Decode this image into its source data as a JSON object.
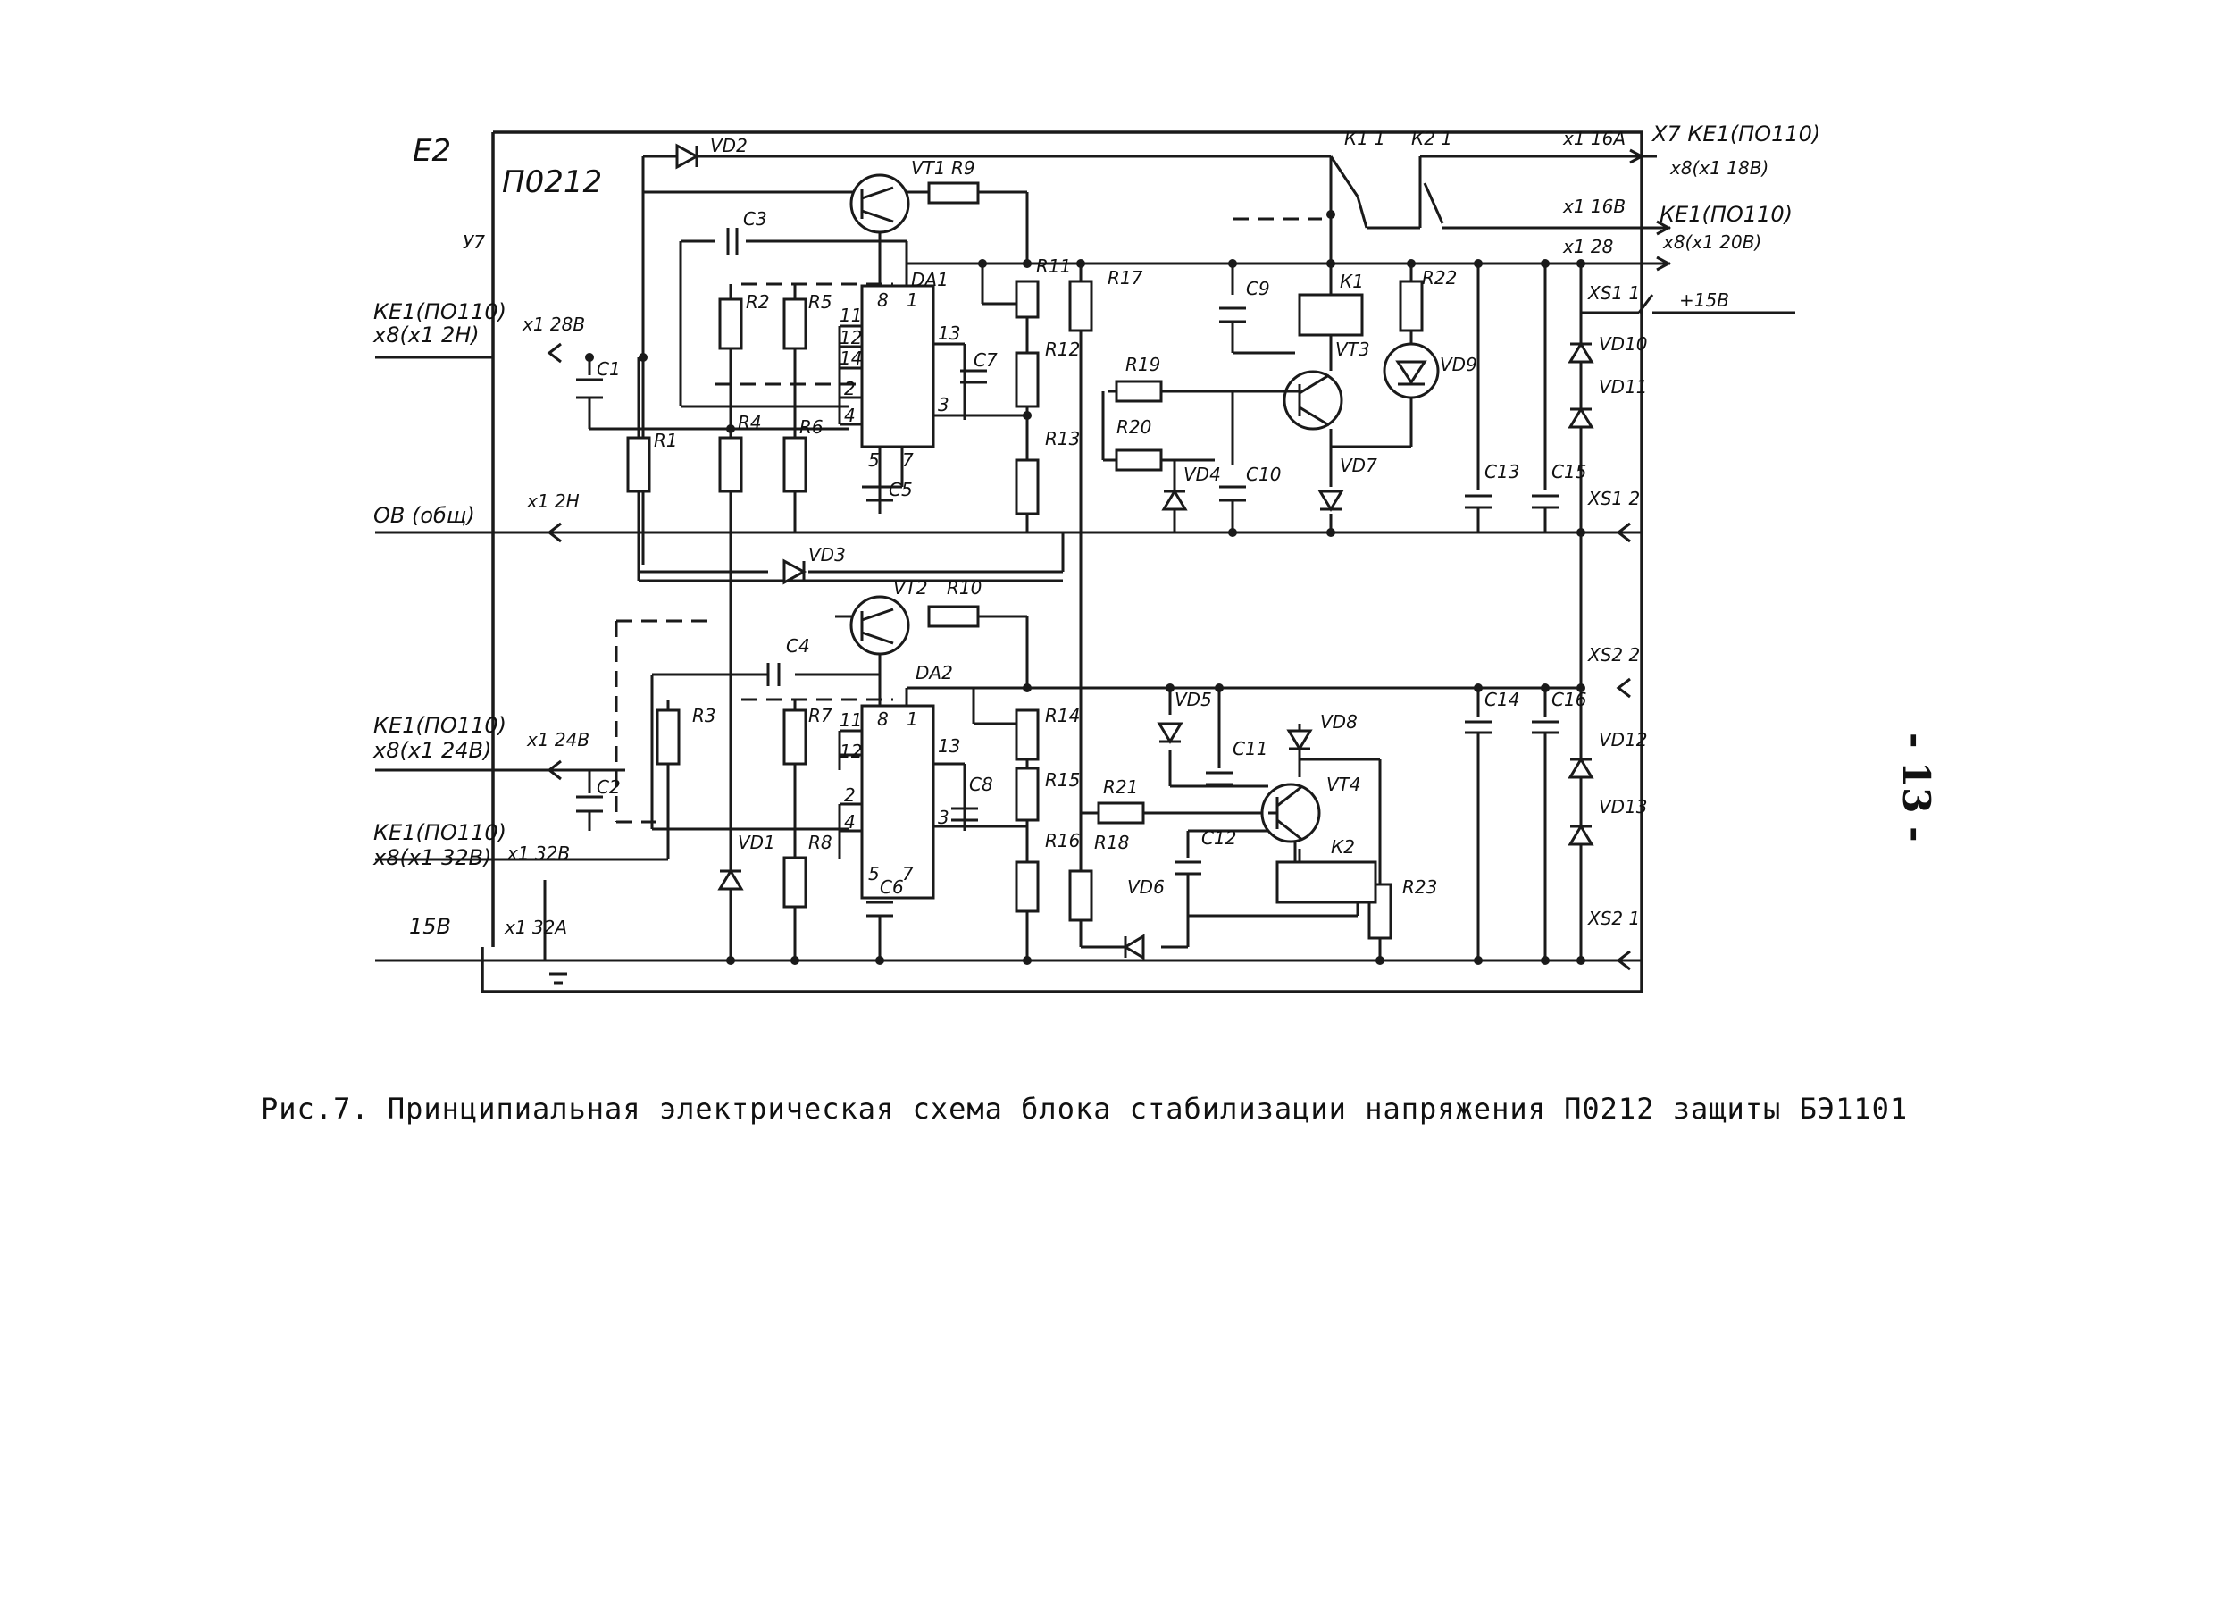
{
  "document": {
    "page_number": "- 13 -",
    "caption": "Рис.7. Принципиальная электрическая схема блока стабилизации напряжения П0212 защиты БЭ1101"
  },
  "schematic": {
    "block_designator": "Е2",
    "block_name": "П0212",
    "plug_label": "У7",
    "ports": {
      "in_top": {
        "line1": "КЕ1(ПО110)",
        "line2": "х8(х1 2Н)"
      },
      "x1_28v": "х1 28В",
      "ov": "ОВ (общ)",
      "x1_2n": "х1 2Н",
      "in_mid": {
        "line1": "КЕ1(ПО110)",
        "line2": "х8(х1 24В)"
      },
      "x1_24v": "х1 24В",
      "in_low": {
        "line1": "КЕ1(ПО110)",
        "line2": "х8(х1 32В)"
      },
      "x1_32v": "х1 32В",
      "v15": "15В",
      "x1_32a": "х1 32А",
      "out1": {
        "left": "х1 16А",
        "right1": "Х7 КЕ1(ПО110)",
        "right2": "х8(х1 18В)"
      },
      "out2": {
        "left": "х1 16В",
        "right1": "КЕ1(ПО110)",
        "right2": "х8(х1 20В)"
      },
      "out3": {
        "left": "х1 28",
        "right": "+15В"
      },
      "xs11": "ХS1 1",
      "xs12": "ХS1 2",
      "xs22": "ХS2 2",
      "xs21": "ХS2 1"
    },
    "components": {
      "VD2": "VD2",
      "VT1": "VT1",
      "R9": "R9",
      "C3": "С3",
      "DA1": "DA1",
      "R2": "R2",
      "R5": "R5",
      "C1": "С1",
      "R1": "R1",
      "R4": "R4",
      "R6": "R6",
      "R11": "R11",
      "R17": "R17",
      "R12": "R12",
      "R13": "R13",
      "C7": "С7",
      "C5": "С5",
      "R19": "R19",
      "R20": "R20",
      "VD4": "VD4",
      "C10": "С10",
      "C9": "С9",
      "K1": "К1",
      "K11": "К1 1",
      "K21": "К2 1",
      "VT3": "VT3",
      "VD7": "VD7",
      "R22": "R22",
      "VD9": "VD9",
      "C13": "С13",
      "C15": "С15",
      "VD10": "VD10",
      "VD11": "VD11",
      "VD3": "VD3",
      "VT2": "VT2",
      "R10": "R10",
      "C4": "С4",
      "DA2": "DA2",
      "R3": "R3",
      "R7": "R7",
      "C2": "С2",
      "VD1": "VD1",
      "R8": "R8",
      "R14": "R14",
      "R15": "R15",
      "R16": "R16",
      "C8": "С8",
      "C6": "С6",
      "VD5": "VD5",
      "C11": "С11",
      "R21": "R21",
      "R18": "R18",
      "C12": "С12",
      "VT4": "VT4",
      "VD8": "VD8",
      "K2": "К2",
      "VD6": "VD6",
      "R23": "R23",
      "C14": "С14",
      "C16": "С16",
      "VD12": "VD12",
      "VD13": "VD13"
    },
    "pins": {
      "da1": [
        "8",
        "1",
        "11",
        "12",
        "14",
        "2",
        "4",
        "13",
        "3",
        "5",
        "7"
      ],
      "da2": [
        "8",
        "1",
        "11",
        "12",
        "13",
        "2",
        "4",
        "3",
        "5",
        "7"
      ]
    }
  }
}
